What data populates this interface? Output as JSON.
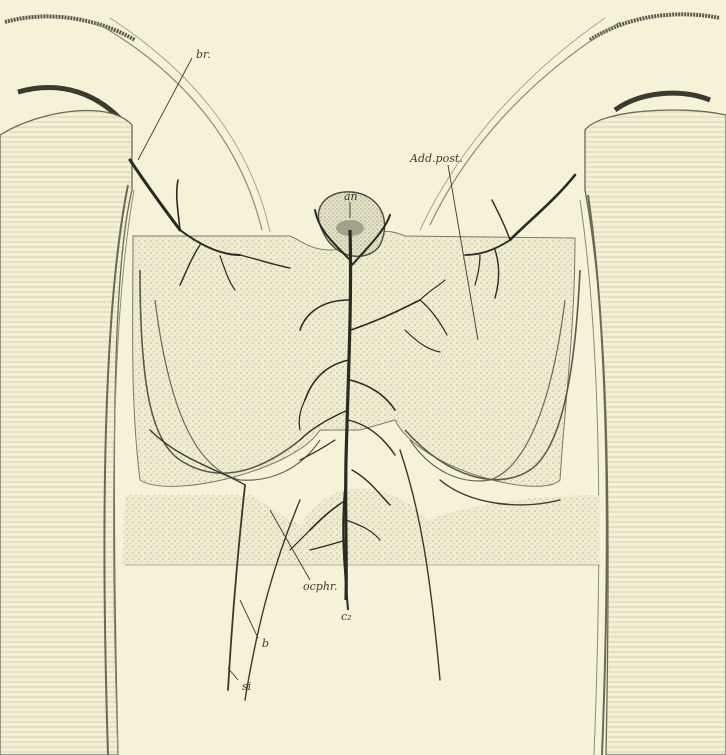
{
  "figure": {
    "background_color": "#f5f2d8",
    "ink_color": "#2a2a24",
    "stipple_color": "#8a8a7a",
    "labels": {
      "br": "br.",
      "an": "an",
      "add_post": "Add.post.",
      "ocphr": "ocphr.",
      "c2": "c₂",
      "b": "b",
      "si": "si"
    }
  }
}
